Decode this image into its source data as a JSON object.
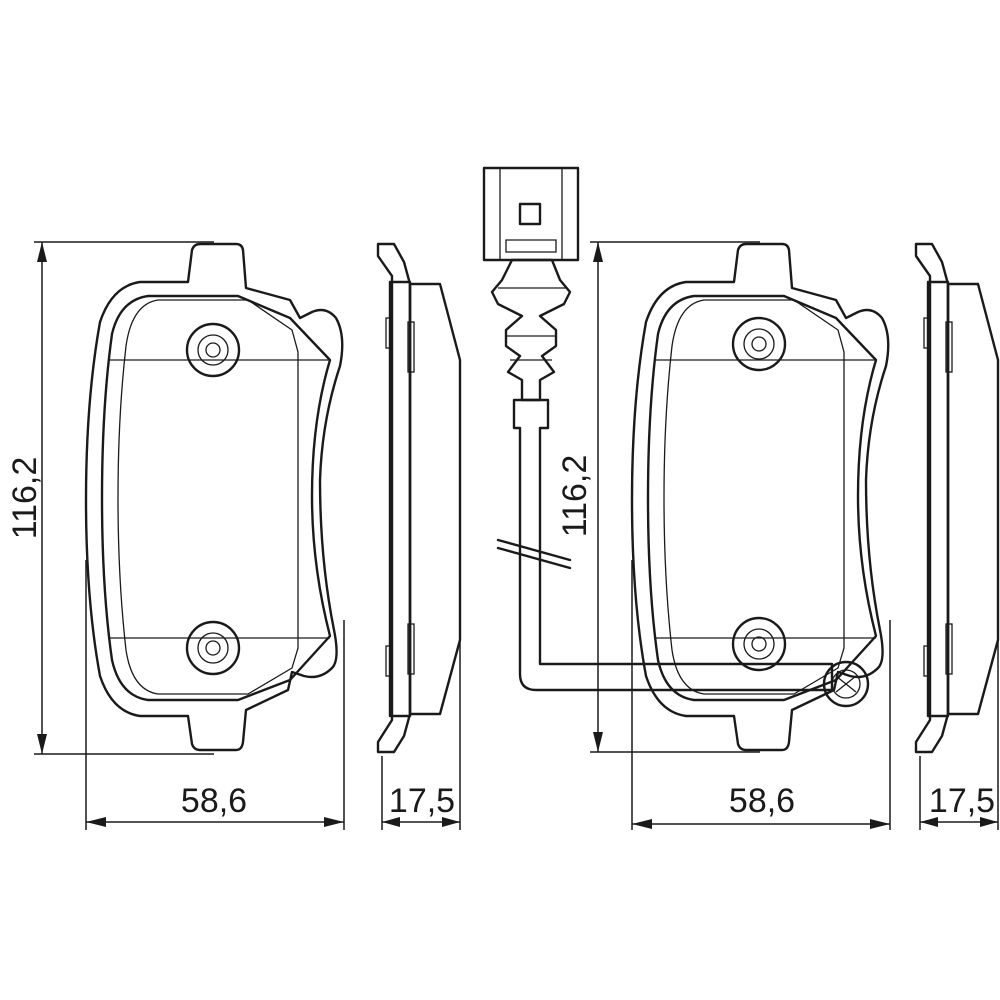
{
  "dimensions": {
    "left_pad_height": "116,2",
    "left_pad_width": "58,6",
    "left_pad_thickness": "17,5",
    "right_pad_height": "116,2",
    "right_pad_width": "58,6",
    "right_pad_thickness": "17,5"
  },
  "colors": {
    "line": "#1a1a1a",
    "background": "#ffffff"
  }
}
